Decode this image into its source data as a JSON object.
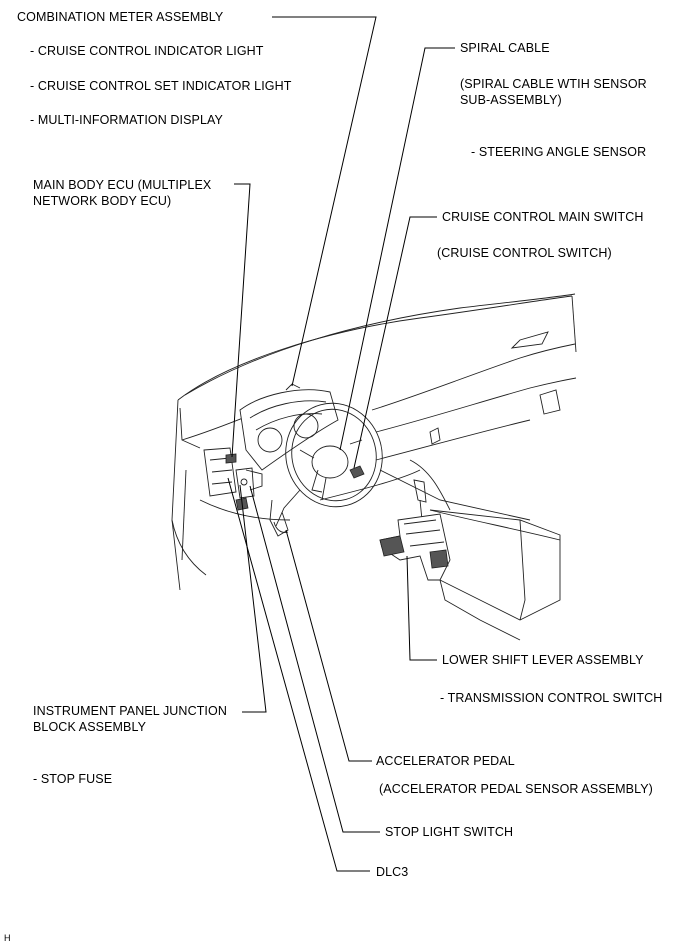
{
  "labels": {
    "combination_meter": "COMBINATION METER ASSEMBLY",
    "cruise_indicator": "- CRUISE CONTROL INDICATOR LIGHT",
    "cruise_set_indicator": "- CRUISE CONTROL SET INDICATOR LIGHT",
    "multi_info_display": "- MULTI-INFORMATION DISPLAY",
    "spiral_cable": "SPIRAL CABLE",
    "spiral_cable_sub": "(SPIRAL CABLE WTIH SENSOR\nSUB-ASSEMBLY)",
    "steering_angle_sensor": "- STEERING ANGLE SENSOR",
    "main_body_ecu": "MAIN BODY ECU (MULTIPLEX\nNETWORK BODY ECU)",
    "cruise_main_switch": "CRUISE CONTROL MAIN SWITCH",
    "cruise_switch_sub": "(CRUISE CONTROL SWITCH)",
    "lower_shift_lever": "LOWER SHIFT LEVER ASSEMBLY",
    "transmission_control_switch": "- TRANSMISSION CONTROL SWITCH",
    "instrument_panel_jb": "INSTRUMENT PANEL JUNCTION\nBLOCK ASSEMBLY",
    "stop_fuse": "- STOP FUSE",
    "accelerator_pedal": "ACCELERATOR PEDAL",
    "accelerator_pedal_sub": "(ACCELERATOR PEDAL SENSOR ASSEMBLY)",
    "stop_light_switch": "STOP LIGHT SWITCH",
    "dlc3": "DLC3",
    "corner_mark": "H"
  }
}
